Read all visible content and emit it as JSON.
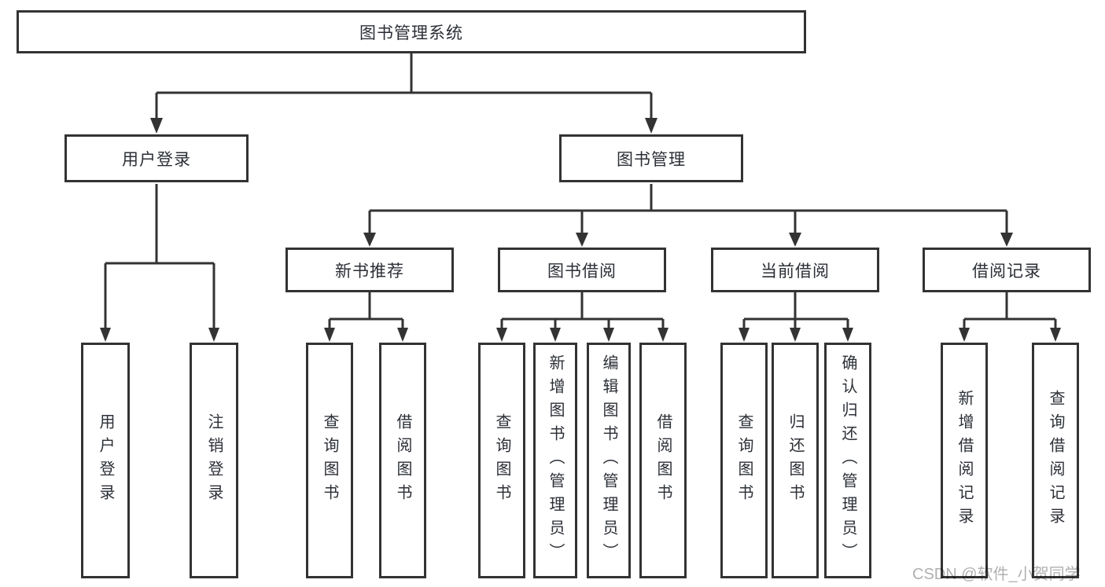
{
  "diagram": {
    "root": {
      "label": "图书管理系统"
    },
    "branches": [
      {
        "label": "用户登录",
        "children": [
          {
            "label": "用户登录"
          },
          {
            "label": "注销登录"
          }
        ]
      },
      {
        "label": "图书管理",
        "children": [
          {
            "label": "新书推荐",
            "children": [
              {
                "label": "查询图书"
              },
              {
                "label": "借阅图书"
              }
            ]
          },
          {
            "label": "图书借阅",
            "children": [
              {
                "label": "查询图书"
              },
              {
                "label": "新增图书（管理员）"
              },
              {
                "label": "编辑图书（管理员）"
              },
              {
                "label": "借阅图书"
              }
            ]
          },
          {
            "label": "当前借阅",
            "children": [
              {
                "label": "查询图书"
              },
              {
                "label": "归还图书"
              },
              {
                "label": "确认归还（管理员）"
              }
            ]
          },
          {
            "label": "借阅记录",
            "children": [
              {
                "label": "新增借阅记录"
              },
              {
                "label": "查询借阅记录"
              }
            ]
          }
        ]
      }
    ]
  },
  "watermark": {
    "text": "CSDN @软件_小贺同学"
  },
  "colors": {
    "stroke": "#333333",
    "text": "#2b2f36",
    "watermark": "#b0b0b0",
    "background": "#ffffff"
  }
}
